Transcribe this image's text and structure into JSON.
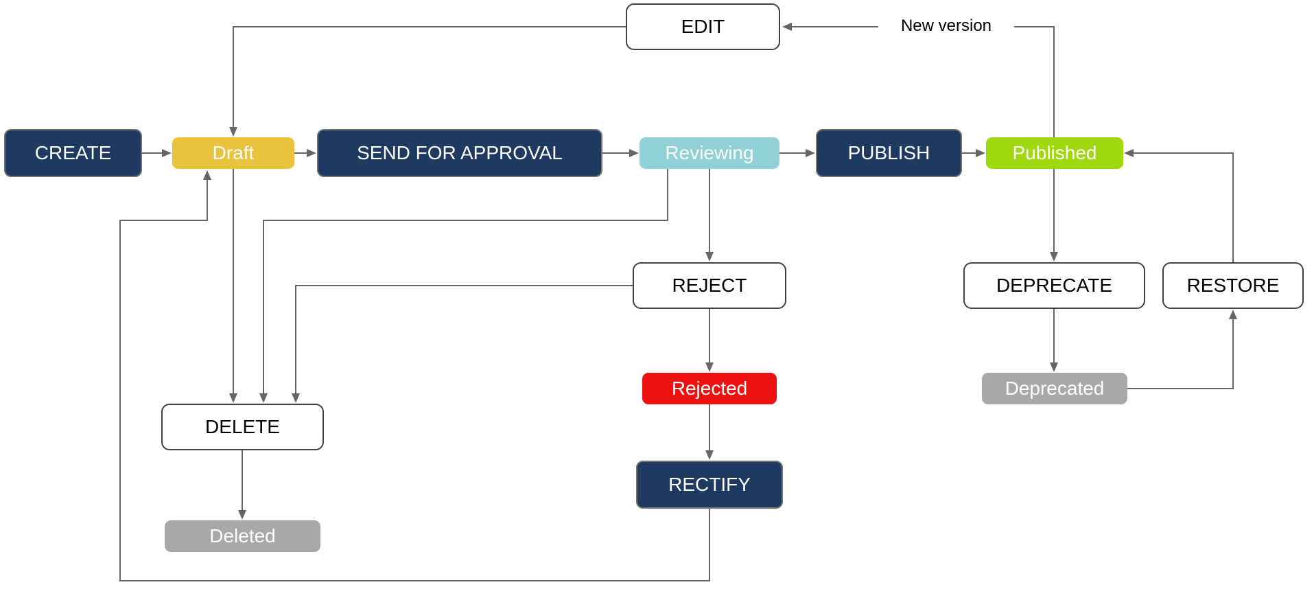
{
  "diagram": {
    "kind": "publication-workflow-state-diagram",
    "nodes": {
      "create": {
        "label": "CREATE",
        "kind": "action"
      },
      "draft": {
        "label": "Draft",
        "kind": "state"
      },
      "send_for_approval": {
        "label": "SEND FOR APPROVAL",
        "kind": "action"
      },
      "reviewing": {
        "label": "Reviewing",
        "kind": "state"
      },
      "publish": {
        "label": "PUBLISH",
        "kind": "action"
      },
      "published": {
        "label": "Published",
        "kind": "state"
      },
      "edit": {
        "label": "EDIT",
        "kind": "action"
      },
      "reject": {
        "label": "REJECT",
        "kind": "action"
      },
      "rejected": {
        "label": "Rejected",
        "kind": "state"
      },
      "rectify": {
        "label": "RECTIFY",
        "kind": "action"
      },
      "delete": {
        "label": "DELETE",
        "kind": "action"
      },
      "deleted": {
        "label": "Deleted",
        "kind": "state"
      },
      "deprecate": {
        "label": "DEPRECATE",
        "kind": "action"
      },
      "restore": {
        "label": "RESTORE",
        "kind": "action"
      },
      "deprecated": {
        "label": "Deprecated",
        "kind": "state"
      }
    },
    "edge_labels": {
      "new_version": "New version"
    },
    "edges": [
      {
        "from": "CREATE",
        "to": "Draft"
      },
      {
        "from": "Draft",
        "to": "SEND FOR APPROVAL"
      },
      {
        "from": "SEND FOR APPROVAL",
        "to": "Reviewing"
      },
      {
        "from": "Reviewing",
        "to": "PUBLISH"
      },
      {
        "from": "PUBLISH",
        "to": "Published"
      },
      {
        "from": "Published",
        "to": "EDIT",
        "label": "New version"
      },
      {
        "from": "EDIT",
        "to": "Draft"
      },
      {
        "from": "Reviewing",
        "to": "REJECT"
      },
      {
        "from": "REJECT",
        "to": "Rejected"
      },
      {
        "from": "Rejected",
        "to": "RECTIFY"
      },
      {
        "from": "RECTIFY",
        "to": "Draft"
      },
      {
        "from": "Draft",
        "to": "DELETE"
      },
      {
        "from": "Reviewing",
        "to": "DELETE"
      },
      {
        "from": "REJECT",
        "to": "DELETE"
      },
      {
        "from": "DELETE",
        "to": "Deleted"
      },
      {
        "from": "Published",
        "to": "DEPRECATE"
      },
      {
        "from": "DEPRECATE",
        "to": "Deprecated"
      },
      {
        "from": "Deprecated",
        "to": "RESTORE"
      },
      {
        "from": "RESTORE",
        "to": "Published"
      }
    ],
    "colors": {
      "navy": "#1f3a60",
      "gold": "#e8c33b",
      "teal": "#8fd1d6",
      "green": "#9fd80e",
      "red": "#ee1111",
      "gray": "#a8a8a8",
      "line": "#666666",
      "wborder": "#404040",
      "nborder": "#757575",
      "background": "#ffffff"
    }
  }
}
